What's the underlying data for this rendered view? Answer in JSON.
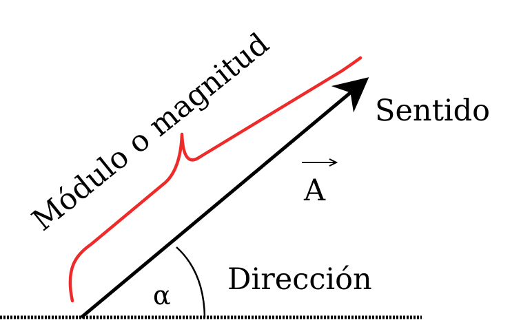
{
  "diagram": {
    "labels": {
      "magnitude": "Módulo o magnitud",
      "sense": "Sentido",
      "vector": "A",
      "direction": "Dirección",
      "angle": "α"
    },
    "colors": {
      "brace": "#ee2b2b",
      "vector": "#000000",
      "baseline": "#000000",
      "background": "#ffffff"
    }
  }
}
